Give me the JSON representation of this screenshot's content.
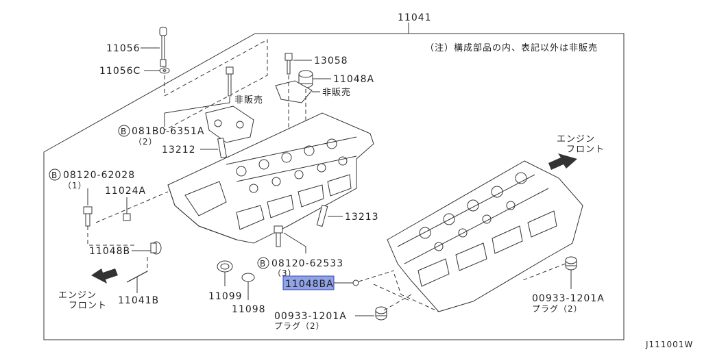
{
  "main_part": "11041",
  "note": "（注）構成部品の内、表記以外は非販売",
  "engine_front_right": [
    "エンジン",
    "フロント"
  ],
  "engine_front_left": [
    "エンジン",
    "フロント"
  ],
  "labels": {
    "p11056": "11056",
    "p11056c": "11056C",
    "p13058": "13058",
    "p11048a": "11048A",
    "not_sold_1": "非販売",
    "not_sold_2": "非販売",
    "b_081b0": "081B0-6351A",
    "b_081b0_qty": "（2）",
    "p13212": "13212",
    "b_08120_62028": "08120-62028",
    "b_08120_62028_qty": "（1）",
    "p11024a": "11024A",
    "p13213": "13213",
    "p11048b": "11048B",
    "b_08120_62533": "08120-62533",
    "b_08120_62533_qty": "（3）",
    "p11048ba": "11048BA",
    "p11099": "11099",
    "p11098": "11098",
    "p11041b": "11041B",
    "p00933_center": "00933-1201A",
    "plug_center": "プラグ（2）",
    "p00933_right": "00933-1201A",
    "plug_right": "プラグ（2）",
    "bolt_symbol": "B"
  },
  "diagram_code": "J111001W"
}
